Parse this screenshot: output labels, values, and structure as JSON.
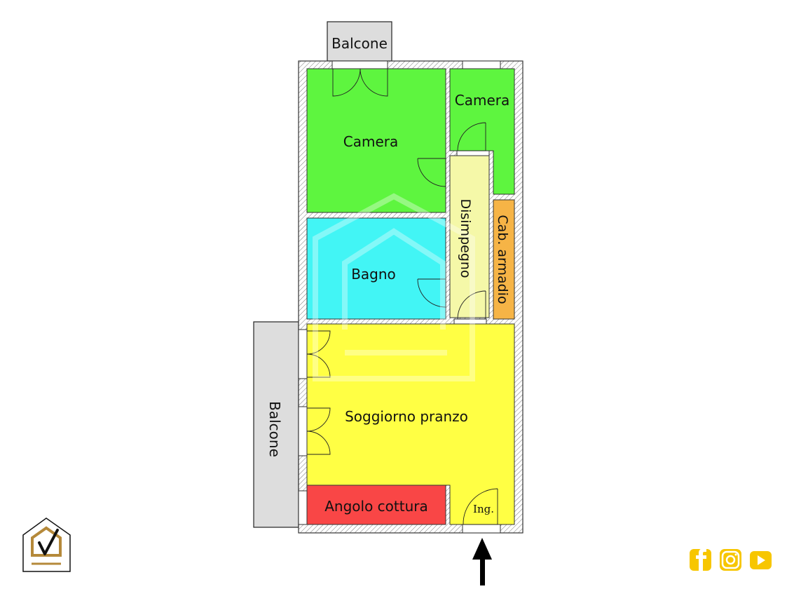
{
  "floorplan": {
    "rooms": {
      "camera_main": "Camera",
      "camera_small": "Camera",
      "disimpegno": "Disimpegno",
      "cabina_armadio": "Cab. armadio",
      "bagno": "Bagno",
      "soggiorno": "Soggiorno pranzo",
      "angolo_cottura": "Angolo cottura",
      "ingresso": "Ing.",
      "balcone_top": "Balcone",
      "balcone_left": "Balcone"
    }
  },
  "colors": {
    "camera": "#5ef53f",
    "bagno": "#42f5f5",
    "disimpegno": "#f5f8a8",
    "cabina": "#f6b446",
    "soggiorno": "#ffff44",
    "cottura": "#f94646",
    "balcone": "#dddddd",
    "brand_gold": "#b5893a",
    "social": "#f7c600"
  },
  "social": [
    "facebook-icon",
    "instagram-icon",
    "youtube-icon"
  ]
}
